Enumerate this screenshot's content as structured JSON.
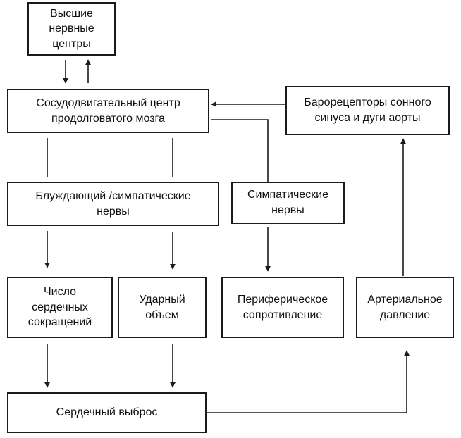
{
  "diagram": {
    "nodes": {
      "higher_centers": "Высшие\nнервные\nцентры",
      "vasomotor_center": "Сосудодвигательный центр\nпродолговатого мозга",
      "baroreceptors": "Барорецепторы сонного\nсинуса и дуги аорты",
      "vagus_sympathetic": "Блуждающий /симпатические\nнервы",
      "sympathetic": "Симпатические\nнервы",
      "heart_rate": "Число\nсердечных\nсокращений",
      "stroke_volume": "Ударный\nобъем",
      "peripheral_resistance": "Периферическое\nсопротивление",
      "arterial_pressure": "Артериальное\nдавление",
      "cardiac_output": "Сердечный выброс"
    }
  }
}
